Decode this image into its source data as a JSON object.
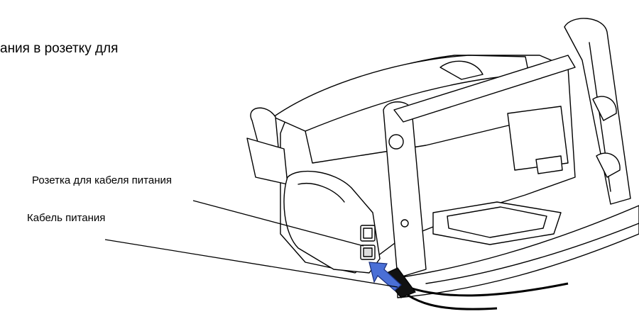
{
  "document": {
    "caption_top": "ания в розетку для"
  },
  "callouts": {
    "socket_label": "Розетка для кабеля питания",
    "cable_label": "Кабель питания"
  },
  "colors": {
    "arrow_blue": "#4a6fd6",
    "line": "#000000"
  }
}
